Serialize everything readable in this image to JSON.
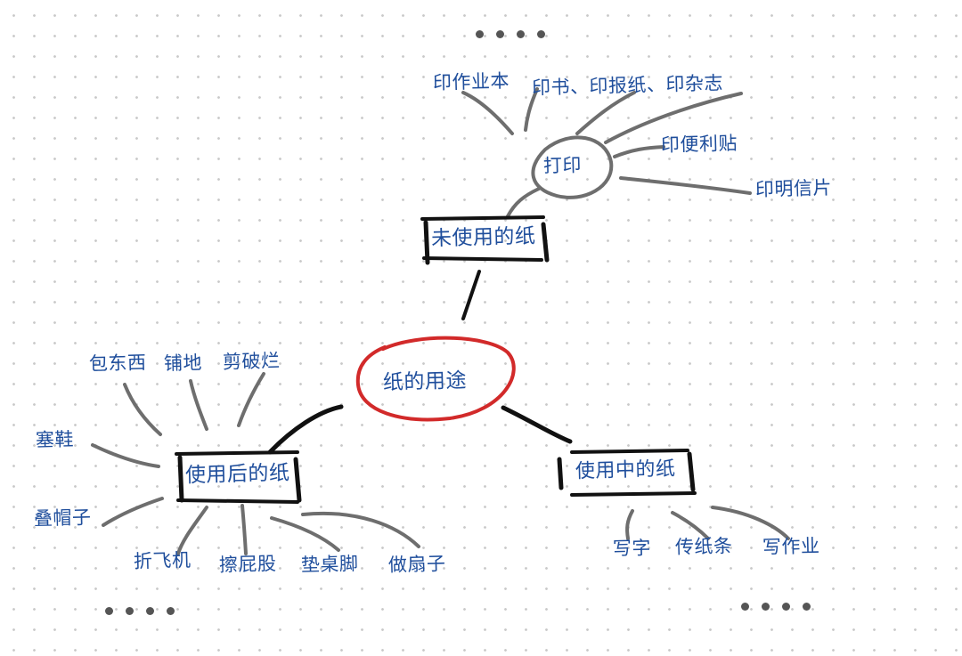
{
  "diagram": {
    "center": "纸的用途",
    "unused": {
      "title": "未使用的纸",
      "sub": "打印",
      "leaves": [
        "印作业本",
        "印书、印报纸、印杂志",
        "印便利贴",
        "印明信片"
      ]
    },
    "inuse": {
      "title": "使用中的纸",
      "leaves": [
        "写字",
        "传纸条",
        "写作业"
      ]
    },
    "used": {
      "title": "使用后的纸",
      "leaves": [
        "包东西",
        "铺地",
        "剪破烂",
        "塞鞋",
        "叠帽子",
        "折飞机",
        "擦屁股",
        "垫桌脚",
        "做扇子"
      ]
    }
  },
  "colors": {
    "ink": "#1f4e9c",
    "center_ring": "#d22a2a",
    "frame": "#111111",
    "branch": "#6e6e6e"
  }
}
